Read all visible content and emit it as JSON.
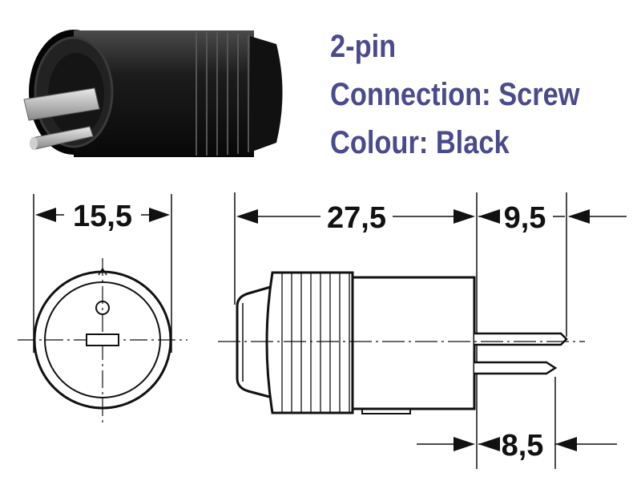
{
  "specs": {
    "pins": "2-pin",
    "connection": "Connection: Screw",
    "colour": "Colour: Black"
  },
  "dimensions": {
    "diameter": "15,5",
    "body_length": "27,5",
    "long_pin_length": "9,5",
    "short_pin_length": "8,5"
  },
  "colors": {
    "spec_text": "#4a4a8c",
    "drawing_line": "#111111",
    "plug_body": "#1a1a1a"
  }
}
